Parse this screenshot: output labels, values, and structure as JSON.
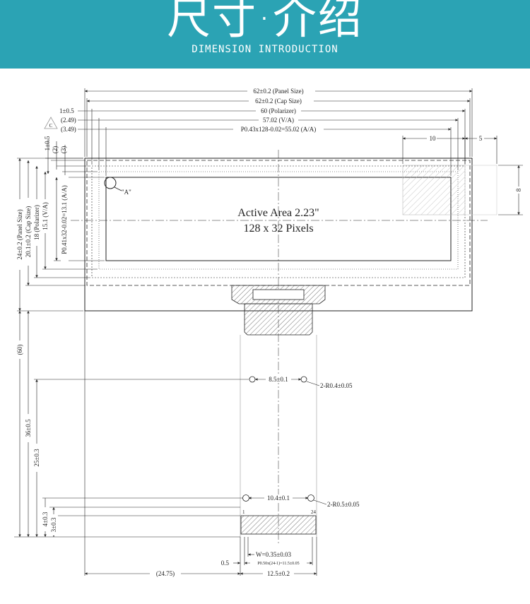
{
  "header": {
    "title": "尺寸·介绍",
    "subtitle": "DIMENSION INTRODUCTION"
  },
  "colors": {
    "banner": "#2ba3b4",
    "line": "#222222",
    "hatch": "#555555"
  },
  "drawing": {
    "active_area_title": "Active Area 2.23\"",
    "active_area_pixels": "128 x 32 Pixels",
    "detail_label": "\"A\"",
    "horizontal_dims": {
      "panel": "62±0.2 (Panel Size)",
      "cap": "62±0.2 (Cap Size)",
      "polarizer": "60 (Polarizer)",
      "va": "57.02 (V/A)",
      "aa": "P0.43x128-0.02=55.02 (A/A)",
      "offset_1": "1±0.5",
      "offset_2": "(2.49)",
      "offset_3": "(3.49)",
      "detail_width": "10",
      "detail_offset": "5",
      "detail_height": "8"
    },
    "vertical_dims": {
      "offset_1": "1±0.5",
      "offset_2": "(2)",
      "offset_3": "(3)",
      "panel": "24±0.2 (Panel Size)",
      "cap": "20.1±0.2 (Cap Size)",
      "polarizer": "18 (Polarizer)",
      "va": "15.1 (V/A)",
      "aa": "P0.41x32-0.02=13.1 (A/A)",
      "total": "(60)",
      "fpc_length": "36±0.5",
      "hole_distance": "25±0.3",
      "tail_1": "4±0.3",
      "tail_2": "3±0.3"
    },
    "fpc_dims": {
      "hole_spacing_1": "8.5±0.1",
      "hole_radius_1": "2-R0.4±0.05",
      "hole_spacing_2": "10.4±0.1",
      "hole_radius_2": "2-R0.5±0.05",
      "pin_first": "1",
      "pin_last": "24",
      "pad_width": "W=0.35±0.03",
      "pad_offset": "0.5",
      "pitch": "P0.50x(24-1)=11.5±0.05",
      "fpc_width": "12.5±0.2",
      "fpc_offset": "(24.75)"
    }
  }
}
